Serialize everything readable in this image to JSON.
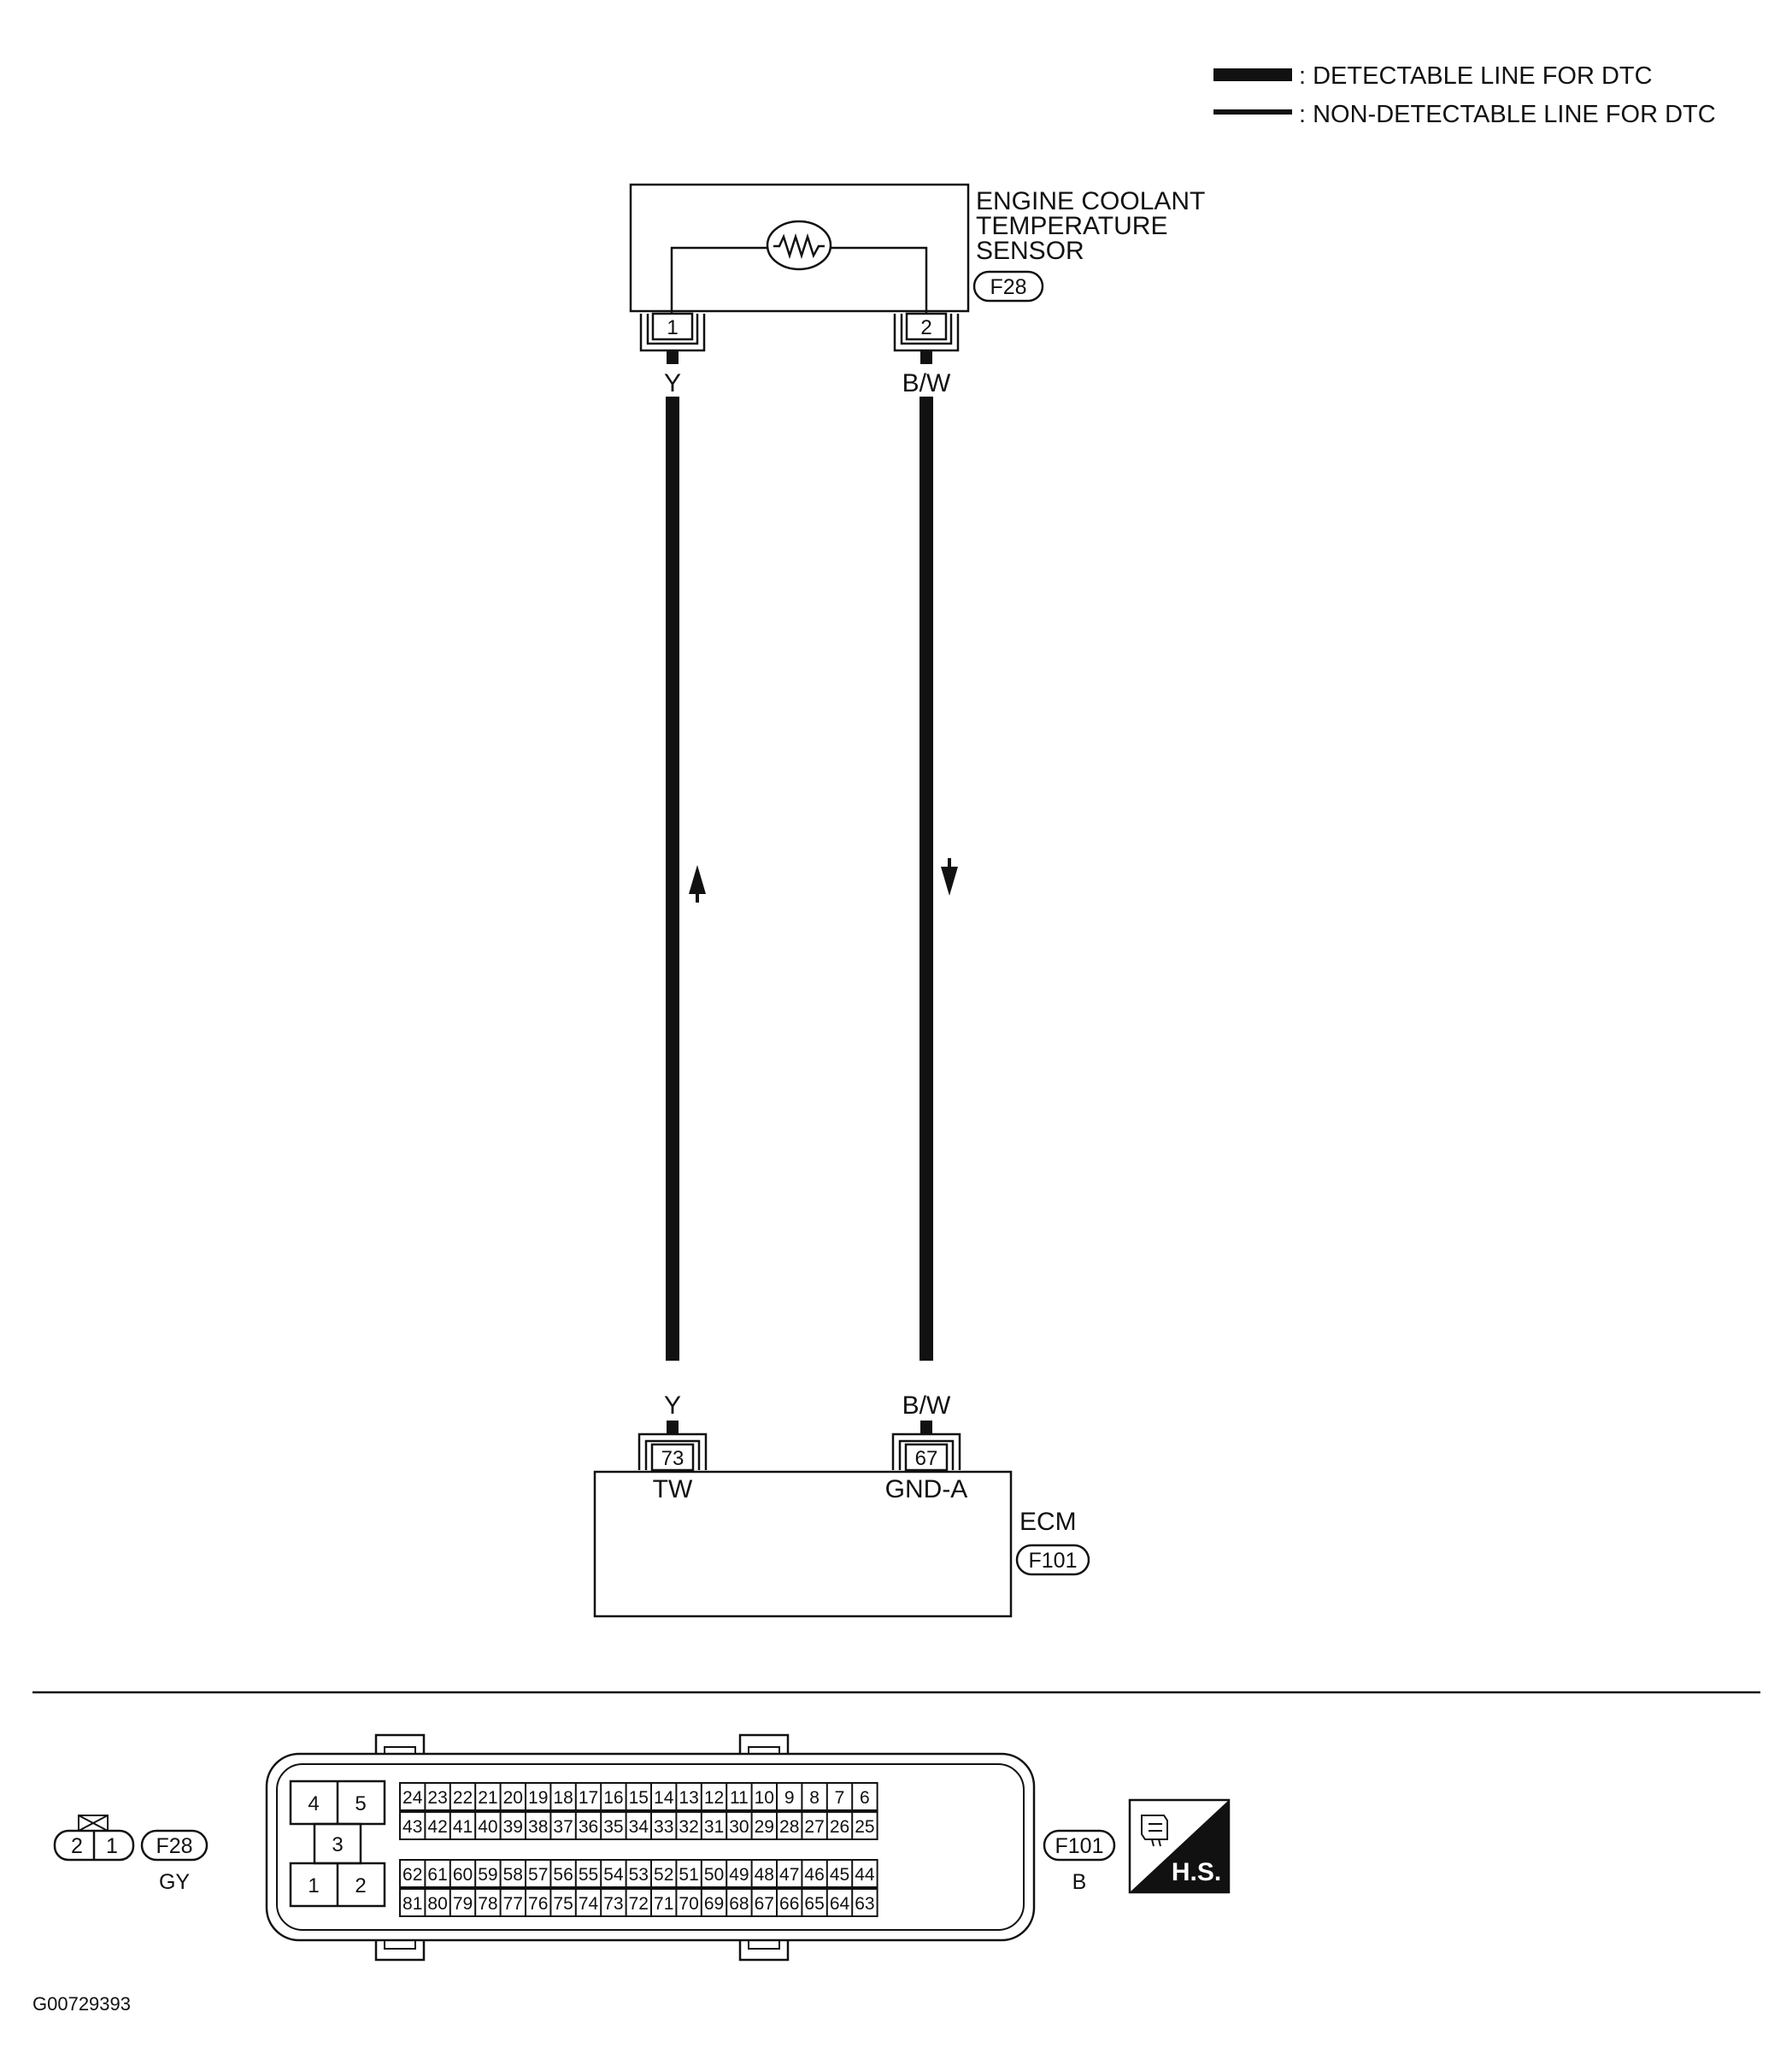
{
  "legend": [
    {
      "label": ": DETECTABLE LINE FOR DTC"
    },
    {
      "label": ": NON-DETECTABLE LINE FOR DTC"
    }
  ],
  "sensor": {
    "name_lines": [
      "ENGINE COOLANT",
      "TEMPERATURE",
      "SENSOR"
    ],
    "connector": "F28",
    "pin1": "1",
    "pin2": "2"
  },
  "wires": [
    {
      "color_top": "Y",
      "color_bottom": "Y",
      "direction": "up"
    },
    {
      "color_top": "B/W",
      "color_bottom": "B/W",
      "direction": "down"
    }
  ],
  "ecm": {
    "name": "ECM",
    "connector": "F101",
    "term1_num": "73",
    "term1_name": "TW",
    "term2_num": "67",
    "term2_name": "GND-A"
  },
  "f28_view": {
    "pin_left": "2",
    "pin_right": "1",
    "code": "F28",
    "color": "GY"
  },
  "f101_view": {
    "code": "F101",
    "color": "B",
    "power_top": [
      "4",
      "5"
    ],
    "power_mid": "3",
    "power_bottom": [
      "1",
      "2"
    ],
    "row1": [
      "24",
      "23",
      "22",
      "21",
      "20",
      "19",
      "18",
      "17",
      "16",
      "15",
      "14",
      "13",
      "12",
      "11",
      "10",
      "9",
      "8",
      "7",
      "6"
    ],
    "row2": [
      "43",
      "42",
      "41",
      "40",
      "39",
      "38",
      "37",
      "36",
      "35",
      "34",
      "33",
      "32",
      "31",
      "30",
      "29",
      "28",
      "27",
      "26",
      "25"
    ],
    "row3": [
      "62",
      "61",
      "60",
      "59",
      "58",
      "57",
      "56",
      "55",
      "54",
      "53",
      "52",
      "51",
      "50",
      "49",
      "48",
      "47",
      "46",
      "45",
      "44"
    ],
    "row4": [
      "81",
      "80",
      "79",
      "78",
      "77",
      "76",
      "75",
      "74",
      "73",
      "72",
      "71",
      "70",
      "69",
      "68",
      "67",
      "66",
      "65",
      "64",
      "63"
    ]
  },
  "hs_badge": "H.S.",
  "figure_id": "G00729393"
}
